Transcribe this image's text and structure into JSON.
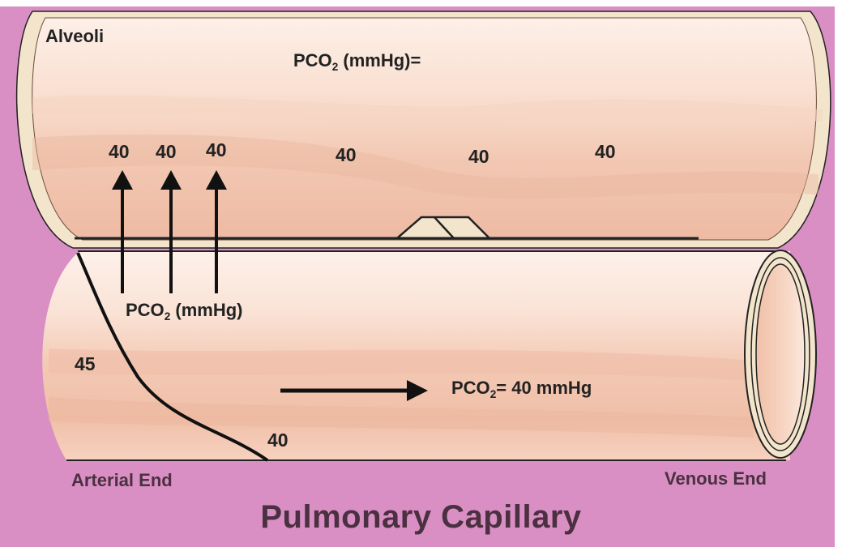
{
  "colors": {
    "background": "#d98fc3",
    "tissue_light": "#fbe6da",
    "tissue_mid": "#f5cdb9",
    "tissue_dark": "#eebaa3",
    "outline": "#222222",
    "wall": "#f3e4cc",
    "label_dark": "#4a3040"
  },
  "alveoli": {
    "label": "Alveoli",
    "pco2_label_prefix": "PCO",
    "pco2_label_sub": "2",
    "pco2_label_suffix": " (mmHg)=",
    "values": [
      "40",
      "40",
      "40",
      "40",
      "40",
      "40"
    ]
  },
  "capillary": {
    "pco2_label_prefix": "PCO",
    "pco2_label_sub": "2",
    "pco2_label_suffix": " (mmHg)",
    "value_start": "45",
    "value_end": "40",
    "outflow_prefix": "PCO",
    "outflow_sub": "2",
    "outflow_suffix": "= 40 mmHg",
    "arterial_end_label": "Arterial End",
    "venous_end_label": "Venous End"
  },
  "caption": "Pulmonary Capillary",
  "icons": {
    "diffusion_arrows": "arrow-up-icon",
    "flow_arrow": "arrow-right-icon"
  }
}
